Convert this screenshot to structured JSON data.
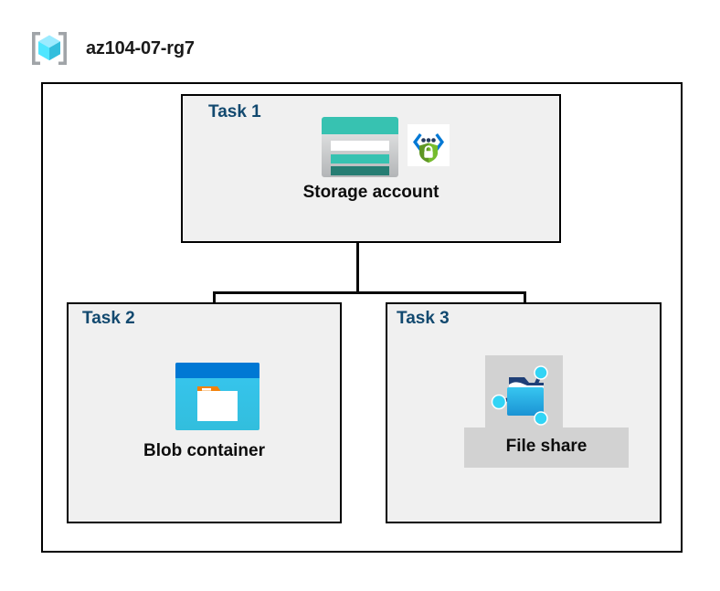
{
  "diagram": {
    "type": "azure-architecture",
    "resource_group": {
      "name": "az104-07-rg7",
      "icon": "resource-group-icon"
    },
    "tasks": [
      {
        "id": "task1",
        "label": "Task 1",
        "node_label": "Storage account",
        "icons": [
          "storage-account-icon",
          "encryption-shield-icon"
        ]
      },
      {
        "id": "task2",
        "label": "Task 2",
        "node_label": "Blob container",
        "icons": [
          "blob-container-icon"
        ]
      },
      {
        "id": "task3",
        "label": "Task 3",
        "node_label": "File share",
        "icons": [
          "file-share-icon"
        ]
      }
    ],
    "connections": [
      {
        "from": "task1",
        "to": "task2"
      },
      {
        "from": "task1",
        "to": "task3"
      }
    ],
    "colors": {
      "task_label": "#12496f",
      "node_label": "#0d0d0d",
      "task_fill": "#f0f0f0",
      "boundary_stroke": "#000000",
      "plate_fill": "#d2d2d2",
      "cube_cyan": "#50e6ff",
      "storage_teal": "#37c2b1",
      "storage_teal_dark": "#267d73",
      "shield_green": "#5e9624",
      "blob_blue": "#0078d4",
      "blob_cyan": "#32bedd",
      "blob_orange": "#f2820a"
    }
  }
}
